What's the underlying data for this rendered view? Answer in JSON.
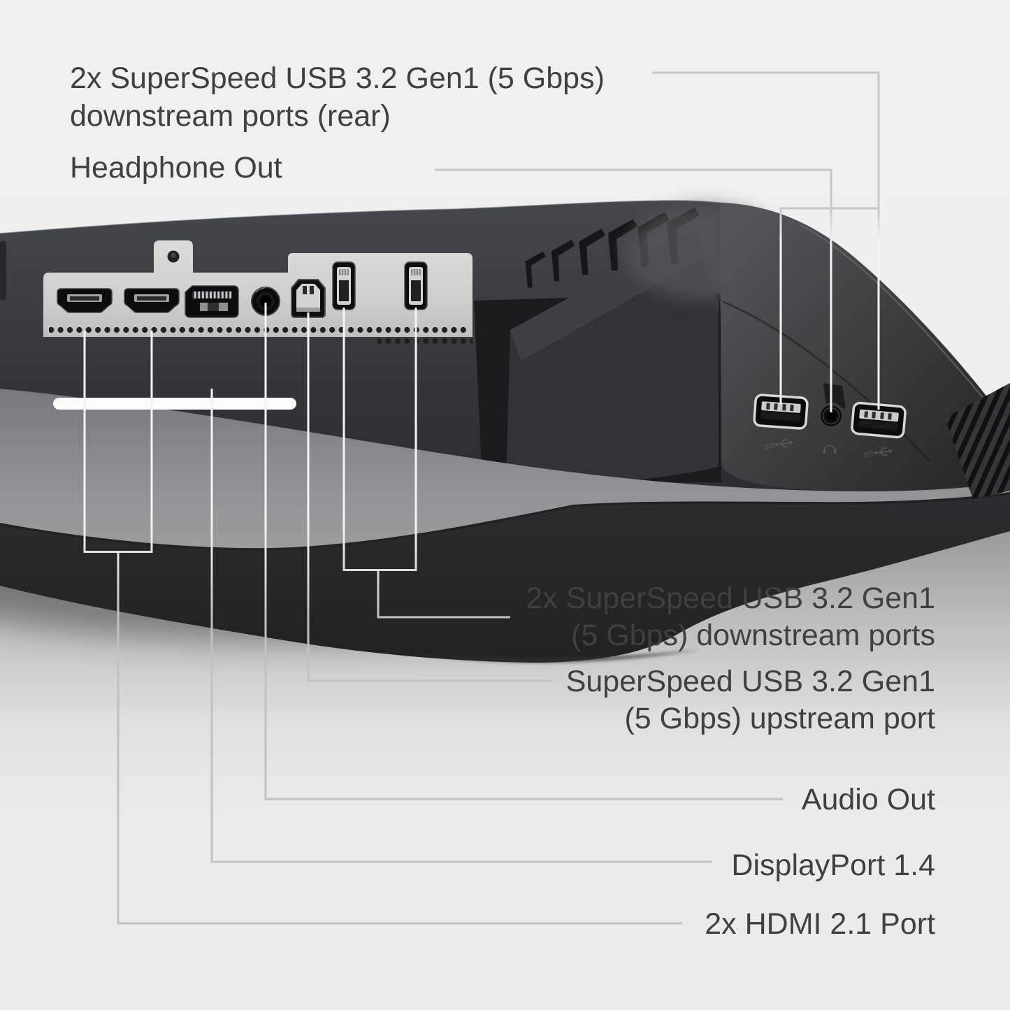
{
  "callouts": {
    "rear_usb": {
      "line1": "2x SuperSpeed USB 3.2 Gen1 (5 Gbps)",
      "line2": "downstream ports (rear)"
    },
    "headphone_out": {
      "label": "Headphone Out"
    },
    "downstream_usb": {
      "line1": "2x SuperSpeed USB 3.2 Gen1",
      "line2": "(5 Gbps) downstream ports"
    },
    "upstream_usb": {
      "line1": "SuperSpeed USB 3.2 Gen1",
      "line2": "(5 Gbps) upstream port"
    },
    "audio_out": {
      "label": "Audio Out"
    },
    "displayport": {
      "label": "DisplayPort 1.4"
    },
    "hdmi": {
      "label": "2x HDMI 2.1 Port"
    }
  },
  "icons": {
    "left_panel": [
      "hdmi-port-icon",
      "hdmi-port-icon",
      "displayport-icon",
      "audio-jack-icon",
      "usb-b-port-icon",
      "usb-a-port-icon",
      "usb-a-port-icon"
    ],
    "right_panel": [
      "usb-a-port-icon",
      "headphone-jack-icon",
      "usb-a-port-icon"
    ],
    "engravings": [
      "superspeed-usb-icon",
      "headphone-icon",
      "superspeed-usb-icon"
    ]
  },
  "colors": {
    "background": "#efeff0",
    "floor_shadow": "#8e9093",
    "monitor_dark": "#2c2f32",
    "monitor_light": "#4a4d51",
    "underside_gray": "#8e9195",
    "panel_silver": "#d6d6d4",
    "callout_gray": "#c6c7c9",
    "callout_white": "#f4f5f5",
    "text": "#3e4042",
    "release_bar": "#fbfcfc"
  }
}
